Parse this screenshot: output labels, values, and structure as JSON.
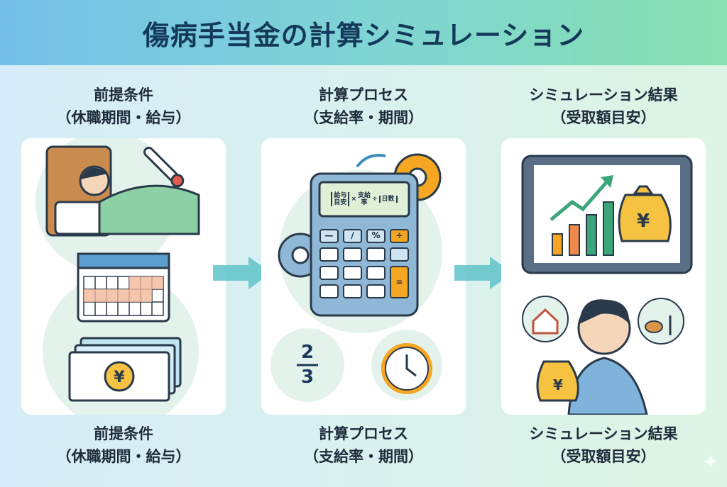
{
  "title": "傷病手当金の計算シミュレーション",
  "columns": [
    {
      "heading": "前提条件",
      "subheading": "（休職期間・給与）",
      "footer_heading": "前提条件",
      "footer_subheading": "（休職期間・給与）",
      "yen": "¥"
    },
    {
      "heading": "計算プロセス",
      "subheading": "（支給率・期間）",
      "footer_heading": "計算プロセス",
      "footer_subheading": "（支給率・期間）",
      "formula": {
        "a1": "給与",
        "a2": "目安",
        "op1": "×",
        "b1": "支給",
        "b2": "率",
        "op2": "÷",
        "c": "日数"
      },
      "keys": [
        "—",
        "/",
        "%",
        "÷",
        "="
      ],
      "fraction": {
        "numerator": "2",
        "denominator": "3"
      }
    },
    {
      "heading": "シミュレーション結果",
      "subheading": "（受取額目安）",
      "footer_heading": "シミュレーション結果",
      "footer_subheading": "（受取額目安）",
      "yen": "¥"
    }
  ],
  "colors": {
    "accent": "#f5a623",
    "header_start": "#74c0e8",
    "header_end": "#86e0b0",
    "arrow": "#5fc3c9"
  }
}
